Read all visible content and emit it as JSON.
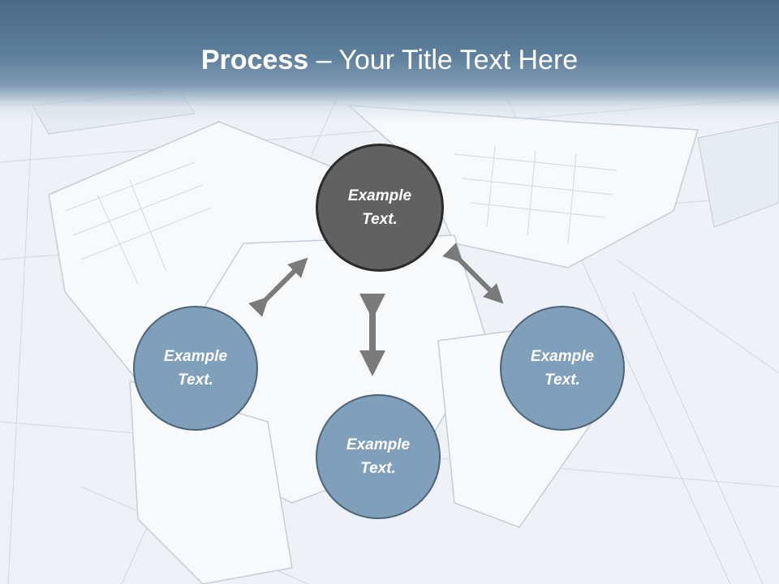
{
  "slide": {
    "title_bold": "Process",
    "title_rest": " – Your Title Text Here"
  },
  "nodes": {
    "top": "Example Text.",
    "left": "Example Text.",
    "bottom": "Example Text.",
    "right": "Example Text."
  },
  "colors": {
    "title_bar": "#5d7f9c",
    "node_dark": "#616161",
    "node_blue": "#7f9fba",
    "arrow": "#7a7a7a"
  }
}
